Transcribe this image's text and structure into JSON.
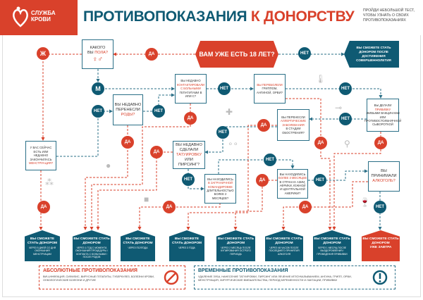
{
  "header": {
    "logo": [
      "СЛУЖБА",
      "КРОВИ"
    ],
    "title_main": "ПРОТИВОПОКАЗАНИЯ",
    "title_accent": "К ДОНОРСТВУ",
    "hint": "ПРОЙДИ НЕБОЛЬШОЙ ТЕСТ, ЧТОБЫ УЗНАТЬ О СВОИХ ПРОТИВОПОКАЗАНИЯХ"
  },
  "colors": {
    "red": "#d9412b",
    "blue": "#0f5a73"
  },
  "labels": {
    "yes": "ДА",
    "no": "НЕТ",
    "female": "Ж",
    "male": "М"
  },
  "age": {
    "question": "ВАМ УЖЕ ЕСТЬ 18 ЛЕТ?",
    "no_result": "ВЫ СМОЖЕТЕ СТАТЬ ДОНОРОМ ПОСЛЕ ДОСТИЖЕНИЯ СОВЕРШЕННОЛЕТИЯ"
  },
  "questions": {
    "gender": {
      "a": "КАКОГО",
      "b": "ВЫ ",
      "hl": "ПОЛА?",
      "symbols": "♀♂"
    },
    "hepatitis": {
      "a": "ВЫ НЕДАВНО",
      "hl": "КОНТАКТИРОВАЛИ С БОЛЬНЫМИ",
      "c": "ГЕПАТИТАМИ В ИЛИ С?"
    },
    "flu": {
      "hl": "ВЫ ПЕРЕБОЛЕЛИ",
      "c": "ГРИППОМ, АНГИНОЙ, ОРВИ?"
    },
    "vaccine": {
      "a": "ВЫ ДЕЛАЛИ",
      "hl": "ПРИВИВКУ",
      "c": "ЖИВЫМИ ВАКЦИНАМИ ИЛИ ПРОТИВОСТОЛБНЯЧНОЙ СЫВОРОТКОЙ"
    },
    "allergy": {
      "a": "ВЫ ПЕРЕНЕСЛИ",
      "hl": "АЛЛЕРГИЧЕСКИЕ ЗАБОЛЕВАНИЯ",
      "c": "В СТАДИИ ОБОСТРЕНИЯ?"
    },
    "birth": {
      "a": "ВЫ НЕДАВНО ПЕРЕНЕСЛИ",
      "hl": "РОДЫ?"
    },
    "tattoo": {
      "a": "ВЫ НЕДАВНО СДЕЛАЛИ",
      "hl": "ТАТУИРОВКУ",
      "c": "ИЛИ ПИРСИНГ?"
    },
    "menstruation": {
      "a": "У ВАС СЕЙЧАС ЕСТЬ ИЛИ НЕДАВНО ЗАКОНЧИЛАСЬ",
      "hl": "МЕНСТРУАЦИЯ?"
    },
    "trip": {
      "a": "ВЫ НАХОДИЛИСЬ",
      "hl": "В ЗАГРАНИЧНОЙ КОМАНДИРОВКЕ",
      "c": "ДЛИТЕЛЬНОСТЬЮ БОЛЕЕ 2 МЕСЯЦЕВ?"
    },
    "countries": {
      "a": "ВЫ НАХОДИЛИСЬ",
      "hl": "БОЛЕЕ 3 МЕСЯЦЕВ",
      "c": "В СТРАНАХ АЗИИ, АФРИКИ, ЮЖНОЙ И ЦЕНТРАЛЬНОЙ АМЕРИКИ?"
    },
    "alcohol": {
      "a": "ВЫ ПРИНИМАЛИ",
      "hl": "АЛКОГОЛЬ?"
    }
  },
  "results": [
    {
      "title": "ВЫ СМОЖЕТЕ СТАТЬ ДОНОРОМ",
      "sub": "ЧЕРЕЗ 5 ДНЕЙ СО ДНЯ ОКОНЧАНИЯ МЕНСТРУАЦИИ"
    },
    {
      "title": "ВЫ СМОЖЕТЕ СТАТЬ ДОНОРОМ",
      "sub": "ЧЕРЕЗ 1 ГОД С МОМЕНТА ОКОНЧАНИЯ ПРОЦЕДУРЫ / КОНТАКТА С БОЛЬНЫМИ / ПОСЛЕ РОДОВ"
    },
    {
      "title": "ВЫ СМОЖЕТЕ СТАТЬ ДОНОРОМ",
      "sub": "ЧЕРЕЗ ПОЛГОДА"
    },
    {
      "title": "ВЫ СМОЖЕТЕ СТАТЬ ДОНОРОМ",
      "sub": "ЧЕРЕЗ 3 ГОДА"
    },
    {
      "title": "ВЫ СМОЖЕТЕ СТАТЬ ДОНОРОМ",
      "sub": "ЧЕРЕЗ 2 МЕСЯЦА ПОСЛЕ КУПИРОВАНИЯ ОСТРОГО ПЕРИОДА"
    },
    {
      "title": "ВЫ СМОЖЕТЕ СТАТЬ ДОНОРОМ",
      "sub": "ЧЕРЕЗ 48 ЧАСОВ ПОСЛЕ ПОСЛЕДНЕГО ПРИНЯТИЯ АЛКОГОЛЯ"
    },
    {
      "title": "ВЫ СМОЖЕТЕ СТАТЬ ДОНОРОМ",
      "sub": "ЧЕРЕЗ 1 МЕСЯЦ ПОСЛЕ ВЫЗДОРОВЛЕНИЯ / ПРОВЕДЕНИЯ ПРИВИВКИ"
    },
    {
      "title": "ВЫ СМОЖЕТЕ СТАТЬ ДОНОРОМ",
      "sub": "УЖЕ ЗАВТРА"
    }
  ],
  "legend": {
    "absolute": {
      "title": "АБСОЛЮТНЫЕ ПРОТИВОПОКАЗАНИЯ",
      "text": "ВИЧ-ИНФЕКЦИЯ, СИФИЛИС, ВИРУСНЫЕ ГЕПАТИТЫ, ТУБЕРКУЛЕЗ, БОЛЕЗНИ КРОВИ, ОНКОЛОГИЧЕСКИЕ БОЛЕЗНИ И ДРУГИЕ",
      "icon": "prohibited-icon"
    },
    "temporary": {
      "title": "ВРЕМЕННЫЕ ПРОТИВОПОКАЗАНИЯ",
      "text": "УДАЛЕНИЕ ЗУБА, НАНЕСЕНИЕ ТАТУИРОВКИ, ПИРСИНГ ИЛИ ЛЕЧЕНИЕ ИГЛОУКАЛЫВАНИЕМ, АНГИНА, ГРИПП, ОРВИ, МЕНСТРУАЦИЯ, ХИРУРГИЧЕСКИЕ ВМЕШАТЕЛЬСТВА, ПЕРИОД БЕРЕМЕННОСТИ И ЛАКТАЦИИ, ПРИВИВКИ",
      "icon": "exclamation-icon"
    }
  }
}
